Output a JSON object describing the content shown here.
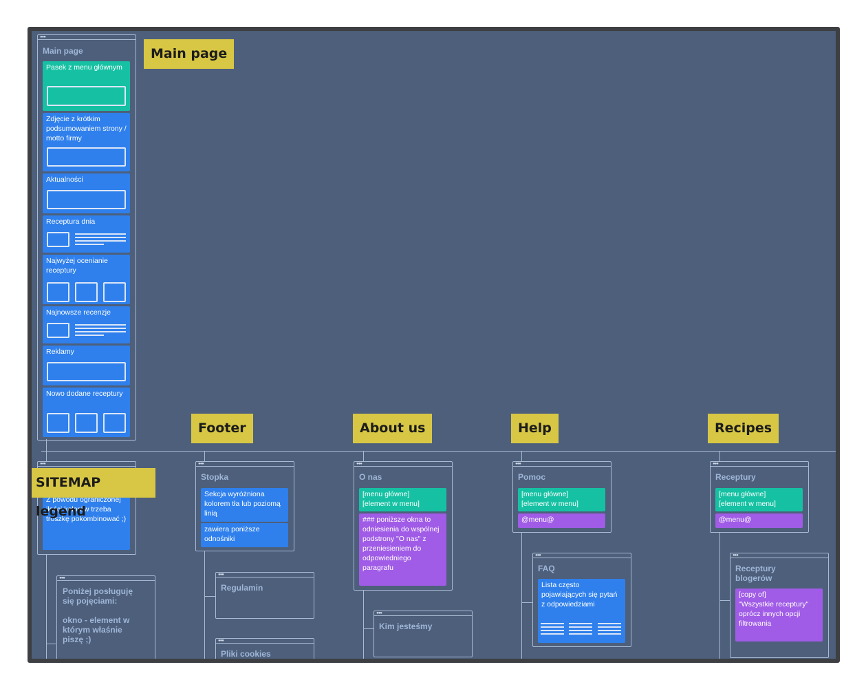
{
  "labels": {
    "main_page": "Main page",
    "footer": "Footer",
    "about_us": "About us",
    "help": "Help",
    "recipes": "Recipes",
    "sitemap_legend": "SITEMAP legend"
  },
  "main_page": {
    "title": "Main page",
    "sections": [
      {
        "text": "Pasek z menu głównym"
      },
      {
        "text": "Zdjęcie z krótkim podsumowaniem strony / motto firmy"
      },
      {
        "text": "Aktualności"
      },
      {
        "text": "Receptura dnia"
      },
      {
        "text": "Najwyżej ocenianie receptury"
      },
      {
        "text": "Najnowsze recenzje"
      },
      {
        "text": "Reklamy"
      },
      {
        "text": "Nowo dodane receptury"
      }
    ]
  },
  "legend": {
    "note": "Z powodu ograniczonej ilości kolorów trzeba troszkę pokombinować ;)",
    "sub_card_text": "Poniżej posługuję się pojęciami:\n\nokno - element w którym właśnie piszę ;)"
  },
  "footer": {
    "title": "Stopka",
    "note1": "Sekcja wyróżniona kolorem tła lub poziomą linią",
    "note2": "zawiera poniższe odnośniki",
    "sub1": "Regulamin",
    "sub2": "Pliki cookies"
  },
  "about": {
    "title": "O nas",
    "teal": "[menu główne]\n[element w menu]",
    "purple": "### poniższe okna to odniesienia do wspólnej podstrony \"O nas\" z przeniesieniem do odpowiedniego paragrafu",
    "sub1": "Kim jesteśmy"
  },
  "help": {
    "title": "Pomoc",
    "teal": "[menu główne]\n[element w menu]",
    "purple": "@menu@",
    "faq_title": "FAQ",
    "faq_note": "Lista często pojawiających się pytań z odpowiedziami"
  },
  "recipes": {
    "title": "Receptury",
    "teal": "[menu główne]\n[element w menu]",
    "purple": "@menu@",
    "blog_title": "Receptury blogerów",
    "blog_note": "[copy of]\n\"Wszystkie receptury\"\noprócz innych opcji filtrowania"
  },
  "colors": {
    "canvas": "#4d5f7b",
    "blue_note": "#2f80ec",
    "teal_note": "#16c1a3",
    "purple_note": "#a05ce6",
    "label_yellow": "#d8c744"
  }
}
